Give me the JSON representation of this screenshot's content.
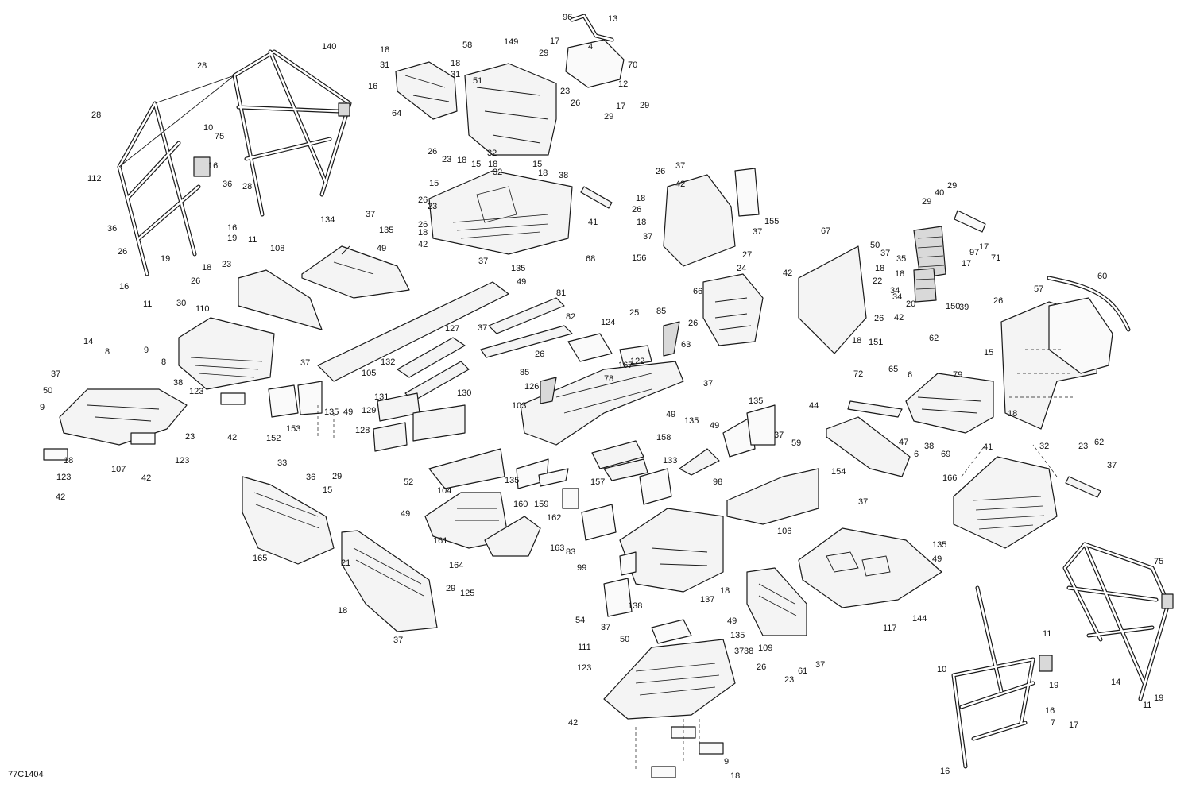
{
  "drawing_ref": "77C1404",
  "callouts": [
    {
      "t": "140"
    },
    {
      "t": "28"
    },
    {
      "t": "28"
    },
    {
      "t": "16"
    },
    {
      "t": "10"
    },
    {
      "t": "75"
    },
    {
      "t": "112"
    },
    {
      "t": "36"
    },
    {
      "t": "28"
    },
    {
      "t": "16"
    },
    {
      "t": "16"
    },
    {
      "t": "19"
    },
    {
      "t": "11"
    },
    {
      "t": "36"
    },
    {
      "t": "26"
    },
    {
      "t": "19"
    },
    {
      "t": "16"
    },
    {
      "t": "11"
    },
    {
      "t": "18"
    },
    {
      "t": "31"
    },
    {
      "t": "58"
    },
    {
      "t": "18"
    },
    {
      "t": "31"
    },
    {
      "t": "51"
    },
    {
      "t": "64"
    },
    {
      "t": "149"
    },
    {
      "t": "96"
    },
    {
      "t": "13"
    },
    {
      "t": "17"
    },
    {
      "t": "29"
    },
    {
      "t": "4"
    },
    {
      "t": "70"
    },
    {
      "t": "12"
    },
    {
      "t": "23"
    },
    {
      "t": "26"
    },
    {
      "t": "29"
    },
    {
      "t": "17"
    },
    {
      "t": "29"
    },
    {
      "t": "26"
    },
    {
      "t": "23"
    },
    {
      "t": "18"
    },
    {
      "t": "15"
    },
    {
      "t": "18"
    },
    {
      "t": "32"
    },
    {
      "t": "15"
    },
    {
      "t": "18"
    },
    {
      "t": "32"
    },
    {
      "t": "38"
    },
    {
      "t": "15"
    },
    {
      "t": "26"
    },
    {
      "t": "23"
    },
    {
      "t": "26"
    },
    {
      "t": "18"
    },
    {
      "t": "42"
    },
    {
      "t": "68"
    },
    {
      "t": "41"
    },
    {
      "t": "134"
    },
    {
      "t": "37"
    },
    {
      "t": "135"
    },
    {
      "t": "49"
    },
    {
      "t": "108"
    },
    {
      "t": "18"
    },
    {
      "t": "23"
    },
    {
      "t": "26"
    },
    {
      "t": "30"
    },
    {
      "t": "110"
    },
    {
      "t": "38"
    },
    {
      "t": "123"
    },
    {
      "t": "42"
    },
    {
      "t": "14"
    },
    {
      "t": "8"
    },
    {
      "t": "9"
    },
    {
      "t": "8"
    },
    {
      "t": "37"
    },
    {
      "t": "50"
    },
    {
      "t": "9"
    },
    {
      "t": "23"
    },
    {
      "t": "123"
    },
    {
      "t": "42"
    },
    {
      "t": "18"
    },
    {
      "t": "107"
    },
    {
      "t": "123"
    },
    {
      "t": "42"
    },
    {
      "t": "37"
    },
    {
      "t": "135"
    },
    {
      "t": "49"
    },
    {
      "t": "127"
    },
    {
      "t": "37"
    },
    {
      "t": "105"
    },
    {
      "t": "37"
    },
    {
      "t": "135"
    },
    {
      "t": "49"
    },
    {
      "t": "152"
    },
    {
      "t": "153"
    },
    {
      "t": "81"
    },
    {
      "t": "82"
    },
    {
      "t": "132"
    },
    {
      "t": "131"
    },
    {
      "t": "129"
    },
    {
      "t": "130"
    },
    {
      "t": "128"
    },
    {
      "t": "26"
    },
    {
      "t": "37"
    },
    {
      "t": "42"
    },
    {
      "t": "18"
    },
    {
      "t": "26"
    },
    {
      "t": "18"
    },
    {
      "t": "37"
    },
    {
      "t": "156"
    },
    {
      "t": "155"
    },
    {
      "t": "37"
    },
    {
      "t": "27"
    },
    {
      "t": "24"
    },
    {
      "t": "66"
    },
    {
      "t": "124"
    },
    {
      "t": "25"
    },
    {
      "t": "122"
    },
    {
      "t": "167"
    },
    {
      "t": "78"
    },
    {
      "t": "26"
    },
    {
      "t": "85"
    },
    {
      "t": "126"
    },
    {
      "t": "103"
    },
    {
      "t": "85"
    },
    {
      "t": "26"
    },
    {
      "t": "63"
    },
    {
      "t": "37"
    },
    {
      "t": "49"
    },
    {
      "t": "135"
    },
    {
      "t": "67"
    },
    {
      "t": "50"
    },
    {
      "t": "37"
    },
    {
      "t": "42"
    },
    {
      "t": "18"
    },
    {
      "t": "22"
    },
    {
      "t": "34"
    },
    {
      "t": "18"
    },
    {
      "t": "34"
    },
    {
      "t": "26"
    },
    {
      "t": "18"
    },
    {
      "t": "151"
    },
    {
      "t": "42"
    },
    {
      "t": "35"
    },
    {
      "t": "20"
    },
    {
      "t": "150"
    },
    {
      "t": "39"
    },
    {
      "t": "17"
    },
    {
      "t": "29"
    },
    {
      "t": "40"
    },
    {
      "t": "29"
    },
    {
      "t": "17"
    },
    {
      "t": "97"
    },
    {
      "t": "71"
    },
    {
      "t": "60"
    },
    {
      "t": "57"
    },
    {
      "t": "26"
    },
    {
      "t": "15"
    },
    {
      "t": "18"
    },
    {
      "t": "32"
    },
    {
      "t": "23"
    },
    {
      "t": "62"
    },
    {
      "t": "62"
    },
    {
      "t": "6"
    },
    {
      "t": "79"
    },
    {
      "t": "65"
    },
    {
      "t": "72"
    },
    {
      "t": "44"
    },
    {
      "t": "47"
    },
    {
      "t": "6"
    },
    {
      "t": "38"
    },
    {
      "t": "69"
    },
    {
      "t": "41"
    },
    {
      "t": "166"
    },
    {
      "t": "37"
    },
    {
      "t": "33"
    },
    {
      "t": "36"
    },
    {
      "t": "29"
    },
    {
      "t": "15"
    },
    {
      "t": "165"
    },
    {
      "t": "21"
    },
    {
      "t": "18"
    },
    {
      "t": "29"
    },
    {
      "t": "125"
    },
    {
      "t": "37"
    },
    {
      "t": "52"
    },
    {
      "t": "104"
    },
    {
      "t": "135"
    },
    {
      "t": "49"
    },
    {
      "t": "161"
    },
    {
      "t": "164"
    },
    {
      "t": "160"
    },
    {
      "t": "159"
    },
    {
      "t": "162"
    },
    {
      "t": "163"
    },
    {
      "t": "158"
    },
    {
      "t": "157"
    },
    {
      "t": "133"
    },
    {
      "t": "83"
    },
    {
      "t": "99"
    },
    {
      "t": "98"
    },
    {
      "t": "49"
    },
    {
      "t": "135"
    },
    {
      "t": "37"
    },
    {
      "t": "59"
    },
    {
      "t": "154"
    },
    {
      "t": "106"
    },
    {
      "t": "138"
    },
    {
      "t": "137"
    },
    {
      "t": "54"
    },
    {
      "t": "37"
    },
    {
      "t": "50"
    },
    {
      "t": "111"
    },
    {
      "t": "123"
    },
    {
      "t": "42"
    },
    {
      "t": "9"
    },
    {
      "t": "18"
    },
    {
      "t": "49"
    },
    {
      "t": "135"
    },
    {
      "t": "37"
    },
    {
      "t": "38"
    },
    {
      "t": "109"
    },
    {
      "t": "26"
    },
    {
      "t": "18"
    },
    {
      "t": "23"
    },
    {
      "t": "61"
    },
    {
      "t": "37"
    },
    {
      "t": "37"
    },
    {
      "t": "135"
    },
    {
      "t": "49"
    },
    {
      "t": "144"
    },
    {
      "t": "117"
    },
    {
      "t": "75"
    },
    {
      "t": "10"
    },
    {
      "t": "11"
    },
    {
      "t": "19"
    },
    {
      "t": "16"
    },
    {
      "t": "7"
    },
    {
      "t": "17"
    },
    {
      "t": "14"
    },
    {
      "t": "11"
    },
    {
      "t": "19"
    },
    {
      "t": "16"
    }
  ]
}
